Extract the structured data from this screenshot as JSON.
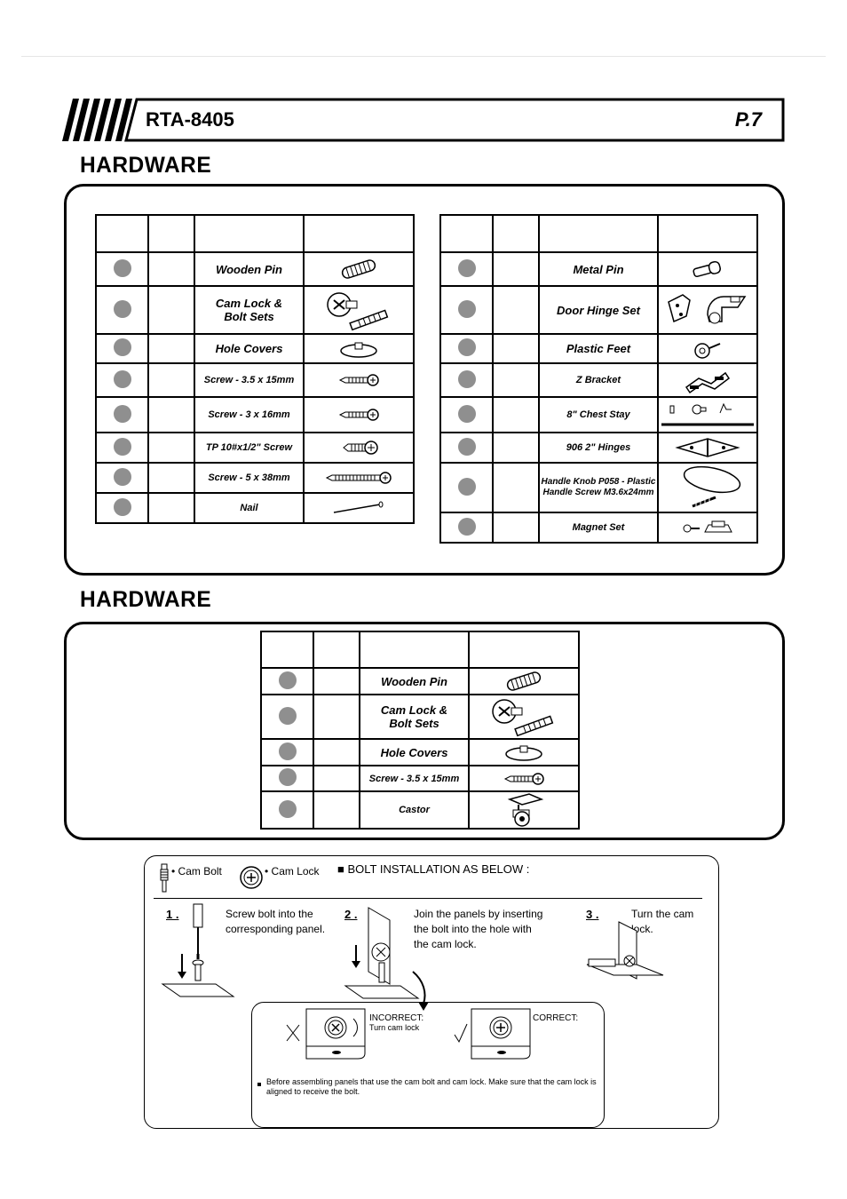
{
  "header": {
    "model": "RTA-8405",
    "page": "P.7"
  },
  "sections": [
    {
      "title": "HARDWARE"
    },
    {
      "title": "HARDWARE"
    }
  ],
  "table_left": [
    {
      "name": "Wooden Pin",
      "icon": "wooden-pin-icon"
    },
    {
      "name": "Cam Lock &\nBolt Sets",
      "icon": "cam-lock-icon"
    },
    {
      "name": "Hole Covers",
      "icon": "hole-cover-icon"
    },
    {
      "name": "Screw - 3.5 x 15mm",
      "icon": "screw-icon"
    },
    {
      "name": "Screw - 3 x 16mm",
      "icon": "screw-icon"
    },
    {
      "name": "TP 10#x1/2\" Screw",
      "icon": "screw-icon"
    },
    {
      "name": "Screw - 5 x 38mm",
      "icon": "long-screw-icon"
    },
    {
      "name": "Nail",
      "icon": "nail-icon"
    }
  ],
  "table_right": [
    {
      "name": "Metal Pin",
      "icon": "metal-pin-icon"
    },
    {
      "name": "Door Hinge Set",
      "icon": "door-hinge-icon"
    },
    {
      "name": "Plastic Feet",
      "icon": "plastic-feet-icon"
    },
    {
      "name": "Z Bracket",
      "icon": "z-bracket-icon"
    },
    {
      "name": "8\" Chest Stay",
      "icon": "chest-stay-icon"
    },
    {
      "name": "906 2\" Hinges",
      "icon": "butt-hinge-icon"
    },
    {
      "name": "Handle Knob P058 - Plastic\nHandle Screw M3.6x24mm",
      "icon": "handle-knob-icon"
    },
    {
      "name": "Magnet Set",
      "icon": "magnet-icon"
    }
  ],
  "table_bottom": [
    {
      "name": "Wooden Pin",
      "icon": "wooden-pin-icon"
    },
    {
      "name": "Cam Lock &\nBolt Sets",
      "icon": "cam-lock-icon"
    },
    {
      "name": "Hole Covers",
      "icon": "hole-cover-icon"
    },
    {
      "name": "Screw - 3.5 x 15mm",
      "icon": "screw-icon"
    },
    {
      "name": "Castor",
      "icon": "castor-icon"
    }
  ],
  "bolt": {
    "legend_bolt": "• Cam Bolt",
    "legend_lock": "• Cam Lock",
    "heading": "■ BOLT INSTALLATION AS BELOW :",
    "step1_num": "1 .",
    "step1_text": "Screw bolt into the\ncorresponding panel.",
    "step2_num": "2 .",
    "step2_text": "Join the panels by inserting\nthe bolt into the hole with\nthe cam lock.",
    "step3_num": "3 .",
    "step3_text": "Turn the cam lock.",
    "incorrect_title": "INCORRECT:",
    "incorrect_sub": "Turn cam lock",
    "correct_title": "CORRECT:",
    "note": "Before assembling panels that use the cam bolt and cam lock. Make sure that the cam lock is\naligned to receive the bolt."
  }
}
